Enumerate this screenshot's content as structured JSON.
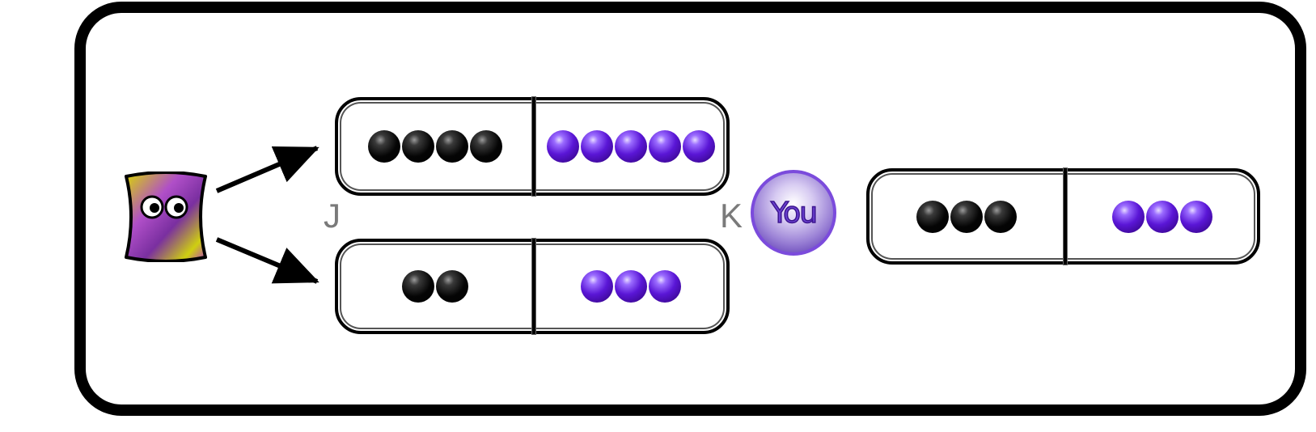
{
  "colors": {
    "frame": "#000000",
    "black_ball": "#000000",
    "purple_ball": "#5a16d6",
    "label": "#7a7a7a",
    "you_badge": "#7b4bdc"
  },
  "player_badge": {
    "label": "You"
  },
  "key_labels": {
    "upper_choice_key": "J",
    "lower_choice_key": "K"
  },
  "options": [
    {
      "id": "upper",
      "black_count": 4,
      "purple_count": 5
    },
    {
      "id": "lower",
      "black_count": 2,
      "purple_count": 3
    }
  ],
  "player_option": {
    "id": "you",
    "black_count": 3,
    "purple_count": 3
  },
  "icons": {
    "creature": "alien-creature-icon",
    "arrow": "arrow-icon"
  }
}
